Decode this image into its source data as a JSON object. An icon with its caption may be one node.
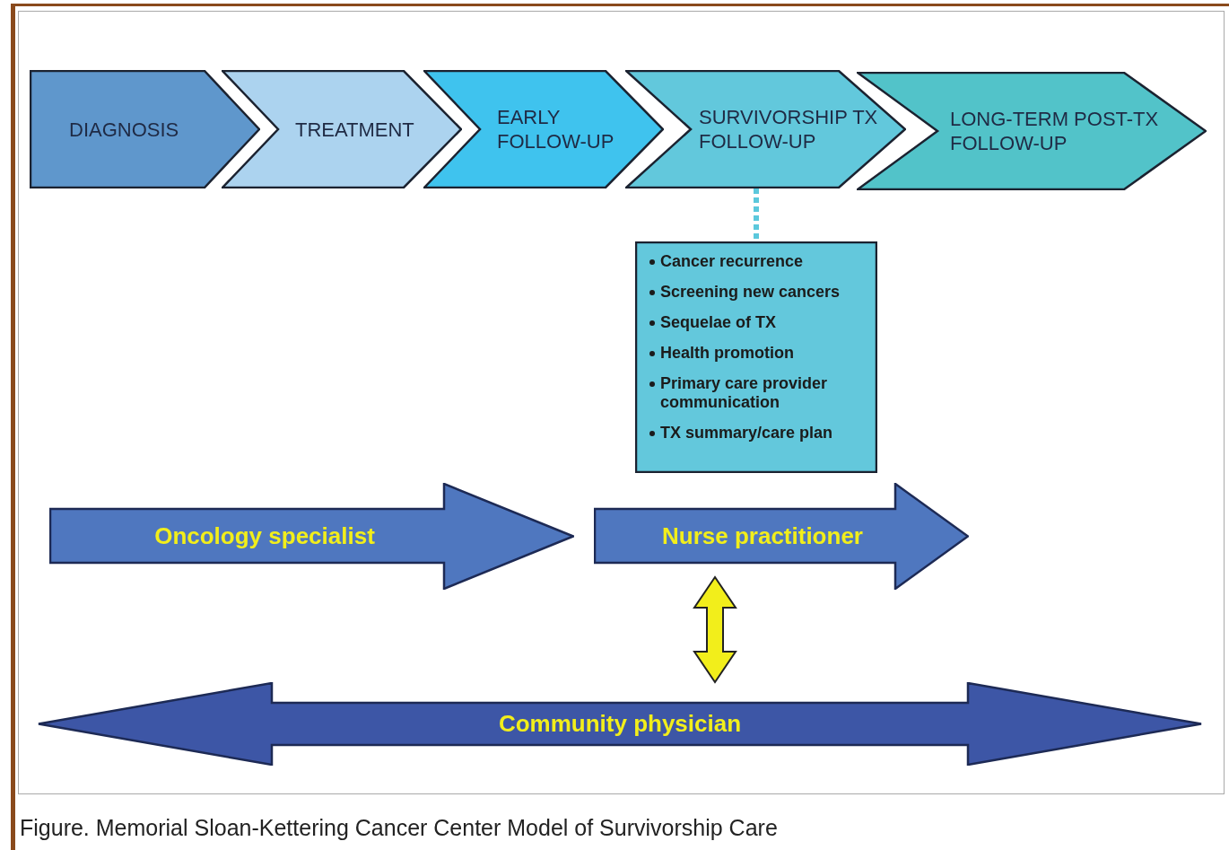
{
  "diagram": {
    "caption": "Figure. Memorial Sloan-Kettering Cancer Center Model of Survivorship Care",
    "nodes": [
      {
        "text": [
          "DIAGNOSIS"
        ]
      },
      {
        "text": [
          "TREATMENT"
        ]
      },
      {
        "text": [
          "EARLY FOLLOW-UP"
        ]
      },
      {
        "text": [
          "SURVIVORSHIP TX FOLLOW-UP"
        ]
      },
      {
        "text": [
          "LONG-TERM POST-TX FOLLOW-UP"
        ]
      },
      {
        "text": [
          "Cancer recurrence",
          "Screening new cancers",
          "Sequelae of TX",
          "Health promotion",
          "Primary care provider communication",
          "TX summary/care plan"
        ]
      },
      {
        "text": [
          "Oncology specialist"
        ]
      },
      {
        "text": [
          "Nurse practitioner"
        ]
      },
      {
        "text": [
          "Community physician"
        ]
      }
    ],
    "edges": [
      {
        "from": 3,
        "to": 5,
        "arrow": "none",
        "style": "dashed",
        "color": "#5bc8dc"
      },
      {
        "from": 7,
        "to": 8,
        "arrow": "both",
        "style": "thick",
        "color": "#f2ee1b"
      }
    ]
  }
}
